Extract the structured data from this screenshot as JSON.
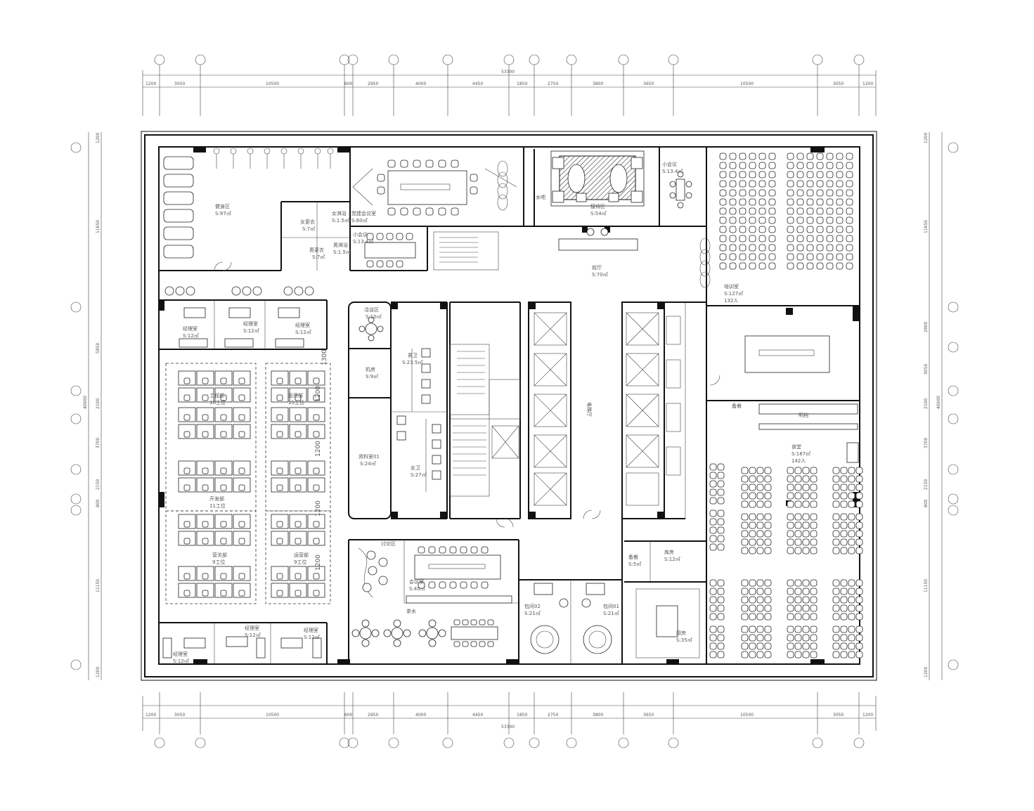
{
  "grid": {
    "top_dims": [
      "1200",
      "3050",
      "10500",
      "600",
      "2950",
      "4000",
      "4450",
      "1850",
      "2750",
      "3800",
      "3650",
      "10500",
      "3050",
      "1200"
    ],
    "bottom_dims": [
      "1200",
      "3050",
      "10500",
      "600",
      "2950",
      "4000",
      "4450",
      "1850",
      "2750",
      "3800",
      "3650",
      "10500",
      "3050",
      "1200"
    ],
    "total_width": "53300",
    "left_dims": [
      "1200",
      "11650",
      "5850",
      "2100",
      "3700",
      "2150",
      "800",
      "11150",
      "1200"
    ],
    "left_total": "40000",
    "right_dims": [
      "1200",
      "11650",
      "2900",
      "3050",
      "2100",
      "3700",
      "2150",
      "800",
      "11150",
      "1200"
    ],
    "right_total": "40000"
  },
  "rooms": [
    {
      "id": "gym",
      "name": "健身区",
      "area": "S:97㎡"
    },
    {
      "id": "w-change",
      "name": "女更衣",
      "area": "S:7㎡"
    },
    {
      "id": "w-shower",
      "name": "女淋浴",
      "area": "S:1.5㎡"
    },
    {
      "id": "m-change",
      "name": "男更衣",
      "area": "S:7㎡"
    },
    {
      "id": "m-shower",
      "name": "男淋浴",
      "area": "S:1.5㎡"
    },
    {
      "id": "conf-big",
      "name": "党建会议室",
      "area": "S:60㎡"
    },
    {
      "id": "conf-small",
      "name": "小会议",
      "area": "S:13.4㎡"
    },
    {
      "id": "reception",
      "name": "接待区",
      "area": "S:54㎡"
    },
    {
      "id": "water-bar",
      "name": "水吧",
      "area": ""
    },
    {
      "id": "small-meet",
      "name": "小会议",
      "area": "S:13.4㎡"
    },
    {
      "id": "training",
      "name": "培训室",
      "area": "S:127㎡",
      "note": "132人"
    },
    {
      "id": "lobby",
      "name": "前厅",
      "area": "S:70㎡"
    },
    {
      "id": "mgr1",
      "name": "经理室",
      "area": "S:12㎡"
    },
    {
      "id": "mgr2",
      "name": "经理室",
      "area": "S:12㎡"
    },
    {
      "id": "mgr3",
      "name": "经理室",
      "area": "S:12㎡"
    },
    {
      "id": "negotiate",
      "name": "洽谈区",
      "area": "S:10㎡"
    },
    {
      "id": "machine",
      "name": "机房",
      "area": "S:9㎡"
    },
    {
      "id": "m-wc",
      "name": "男卫",
      "area": "S:23.5㎡"
    },
    {
      "id": "w-wc",
      "name": "女卫",
      "area": "S:27㎡"
    },
    {
      "id": "archive",
      "name": "资料室01",
      "area": "S:24㎡"
    },
    {
      "id": "eng",
      "name": "工程部",
      "area": "",
      "note": "16工位"
    },
    {
      "id": "invest",
      "name": "投资部",
      "area": "",
      "note": "15工位"
    },
    {
      "id": "dev",
      "name": "开发部",
      "area": "",
      "note": "11工位"
    },
    {
      "id": "cost",
      "name": "营关部",
      "area": "",
      "note": "9工位"
    },
    {
      "id": "ops",
      "name": "运营部",
      "area": "",
      "note": "9工位"
    },
    {
      "id": "discuss",
      "name": "讨论区",
      "area": ""
    },
    {
      "id": "conf-room",
      "name": "会议室",
      "area": "S:40㎡"
    },
    {
      "id": "tea",
      "name": "茶水",
      "area": ""
    },
    {
      "id": "pr2",
      "name": "包间02",
      "area": "S:21㎡"
    },
    {
      "id": "pr1",
      "name": "包间01",
      "area": "S:21㎡"
    },
    {
      "id": "mgr4",
      "name": "经理室",
      "area": "S:12㎡"
    },
    {
      "id": "mgr5",
      "name": "经理室",
      "area": "S:12㎡"
    },
    {
      "id": "mgr6",
      "name": "经理室",
      "area": "S:12㎡"
    },
    {
      "id": "kitchen",
      "name": "厨房",
      "area": "S:35㎡"
    },
    {
      "id": "storage",
      "name": "库房",
      "area": "S:12㎡"
    },
    {
      "id": "prep",
      "name": "备餐",
      "area": "S:5㎡"
    },
    {
      "id": "canteen",
      "name": "食堂",
      "area": "S:187㎡",
      "note": "142人"
    },
    {
      "id": "bar",
      "name": "明档",
      "area": ""
    },
    {
      "id": "corridor",
      "name": "电梯厅",
      "area": ""
    },
    {
      "id": "meal",
      "name": "备餐",
      "area": ""
    }
  ],
  "dim_notes": [
    "1200",
    "1200",
    "1200",
    "1200",
    "1300"
  ]
}
